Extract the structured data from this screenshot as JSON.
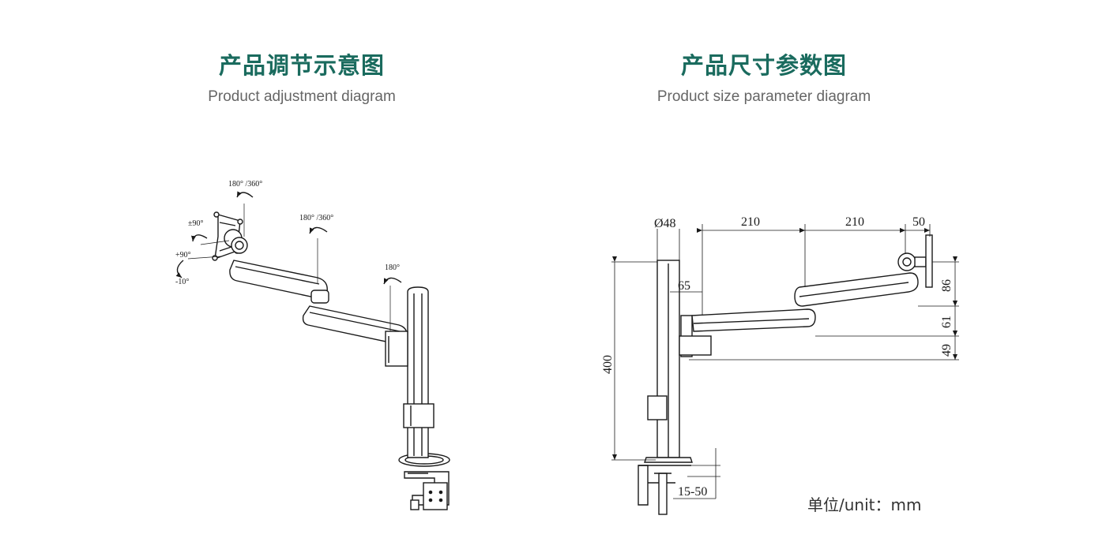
{
  "left_section": {
    "title_cn": "产品调节示意图",
    "title_en": "Product adjustment diagram",
    "rotation_labels": {
      "head_swivel": "180° /360°",
      "arm_swivel": "180° /360°",
      "base_swivel": "180°",
      "rotate": "±90°",
      "tilt_up": "+90°",
      "tilt_down": "-10°"
    }
  },
  "right_section": {
    "title_cn": "产品尺寸参数图",
    "title_en": "Product size parameter diagram",
    "dimensions": {
      "pole_diameter": "Ø48",
      "arm_length_1": "210",
      "arm_length_2": "210",
      "head_offset": "50",
      "pole_offset": "65",
      "pole_height": "400",
      "height_top": "86",
      "height_mid": "61",
      "height_low": "49",
      "clamp_range": "15-50"
    },
    "unit_label": "单位/unit：mm"
  },
  "colors": {
    "title": "#1a6b5e",
    "subtitle": "#666666",
    "line": "#1a1a1a"
  }
}
